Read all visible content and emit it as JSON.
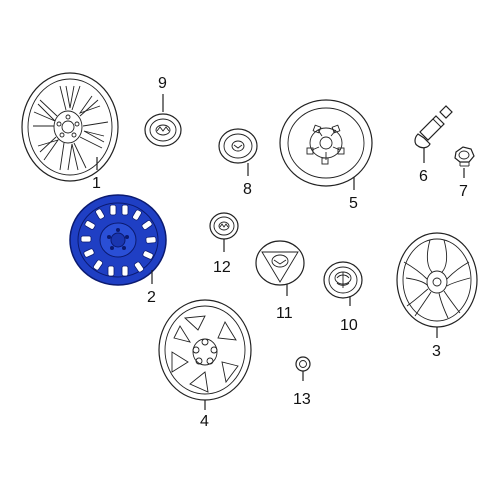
{
  "diagram": {
    "colors": {
      "line": "#222222",
      "highlight_fill": "#1f3fc4",
      "highlight_stroke": "#0b1a70",
      "background": "#ffffff"
    },
    "parts": [
      {
        "callout": "1",
        "icon": "alloy-wheel-ten-spoke-icon"
      },
      {
        "callout": "2",
        "icon": "steel-wheel-highlighted-icon",
        "highlighted": true
      },
      {
        "callout": "3",
        "icon": "alloy-wheel-five-spoke-icon"
      },
      {
        "callout": "4",
        "icon": "wheel-cover-icon"
      },
      {
        "callout": "5",
        "icon": "spare-wheel-icon"
      },
      {
        "callout": "6",
        "icon": "valve-stem-icon"
      },
      {
        "callout": "7",
        "icon": "lug-nut-icon"
      },
      {
        "callout": "8",
        "icon": "center-cap-icon"
      },
      {
        "callout": "9",
        "icon": "center-cap-emblem-icon"
      },
      {
        "callout": "10",
        "icon": "center-cap-icon"
      },
      {
        "callout": "11",
        "icon": "center-cap-icon"
      },
      {
        "callout": "12",
        "icon": "center-cap-emblem-icon"
      },
      {
        "callout": "13",
        "icon": "nut-washer-icon"
      }
    ]
  }
}
